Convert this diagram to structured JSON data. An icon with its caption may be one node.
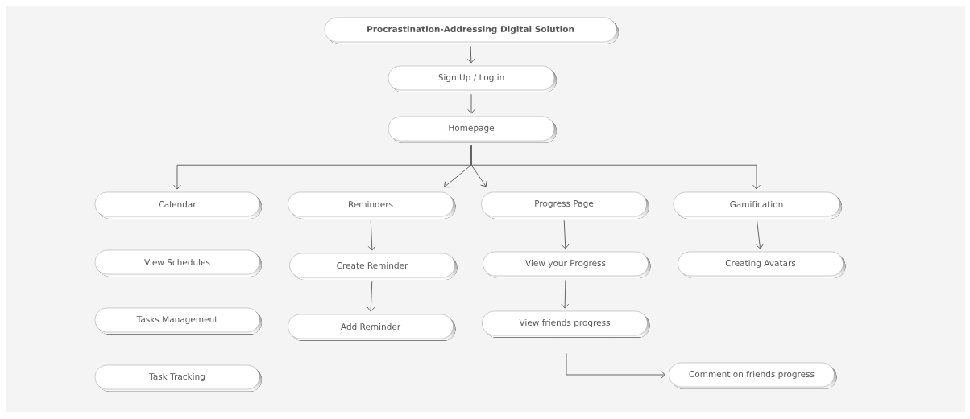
{
  "diagram": {
    "nodes": [
      {
        "text": [
          "Procrastination-Addressing Digital Solution"
        ]
      },
      {
        "text": [
          "Sign Up / Log in"
        ]
      },
      {
        "text": [
          "Homepage"
        ]
      },
      {
        "text": [
          "Calendar"
        ]
      },
      {
        "text": [
          "View Schedules"
        ]
      },
      {
        "text": [
          "Tasks Management"
        ]
      },
      {
        "text": [
          "Task Tracking"
        ]
      },
      {
        "text": [
          "Reminders"
        ]
      },
      {
        "text": [
          "Create Reminder"
        ]
      },
      {
        "text": [
          "Add Reminder"
        ]
      },
      {
        "text": [
          "Progress Page"
        ]
      },
      {
        "text": [
          "View your Progress"
        ]
      },
      {
        "text": [
          "View friends progress"
        ]
      },
      {
        "text": [
          "Gamification"
        ]
      },
      {
        "text": [
          "Creating Avatars"
        ]
      },
      {
        "text": [
          "Comment on friends progress"
        ]
      }
    ],
    "edges": [
      {
        "from": 0,
        "to": 1,
        "arrow": "to"
      },
      {
        "from": 1,
        "to": 2,
        "arrow": "to"
      },
      {
        "from": 2,
        "to": 3,
        "arrow": "to"
      },
      {
        "from": 2,
        "to": 7,
        "arrow": "to"
      },
      {
        "from": 2,
        "to": 10,
        "arrow": "to"
      },
      {
        "from": 2,
        "to": 13,
        "arrow": "to"
      },
      {
        "from": 7,
        "to": 8,
        "arrow": "to"
      },
      {
        "from": 8,
        "to": 9,
        "arrow": "to"
      },
      {
        "from": 10,
        "to": 11,
        "arrow": "to"
      },
      {
        "from": 11,
        "to": 12,
        "arrow": "to"
      },
      {
        "from": 12,
        "to": 15,
        "arrow": "to"
      },
      {
        "from": 13,
        "to": 14,
        "arrow": "to"
      }
    ]
  }
}
